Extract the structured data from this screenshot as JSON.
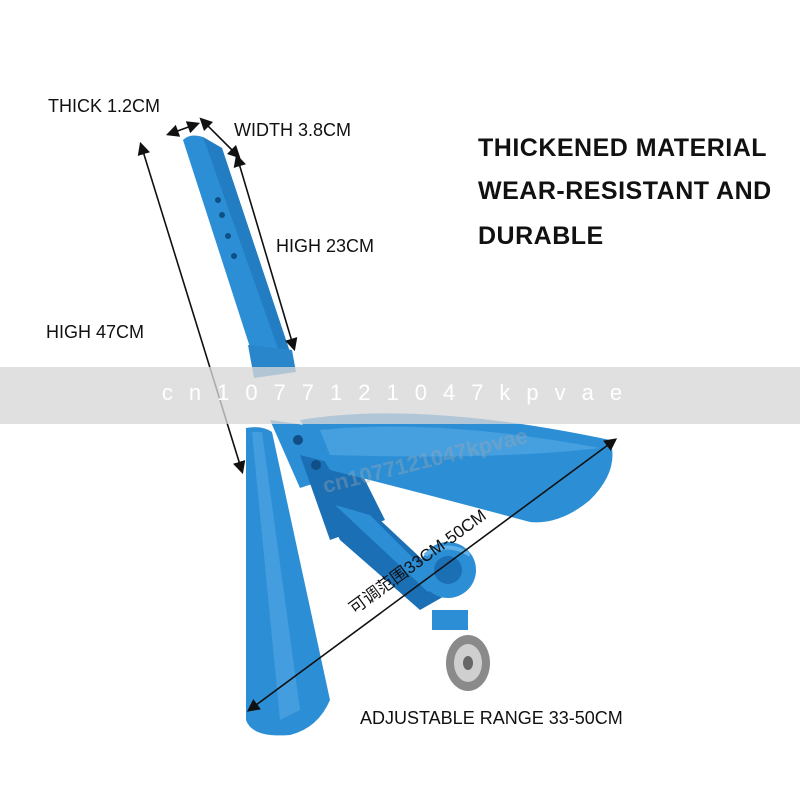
{
  "dimensions": {
    "thick": "THICK 1.2CM",
    "width": "WIDTH 3.8CM",
    "high_blade": "HIGH 23CM",
    "high_total": "HIGH 47CM",
    "adjustable_cn": "可调范围33CM-50CM",
    "adjustable_en": "ADJUSTABLE RANGE 33-50CM"
  },
  "headline": {
    "line1": "THICKENED MATERIAL",
    "line2": "WEAR-RESISTANT AND",
    "line3": "DURABLE"
  },
  "watermark": {
    "band_text": "cn1077121047kpvae",
    "overlay_text": "cn1077121047kpvae"
  },
  "colors": {
    "tool_blue": "#2c8fd6",
    "tool_blue_dark": "#1b6fb5",
    "tool_blue_light": "#5fb0e8",
    "text": "#111111"
  },
  "product_image": "blue adjustable hand-held weeding tool with two blades and a wheel"
}
